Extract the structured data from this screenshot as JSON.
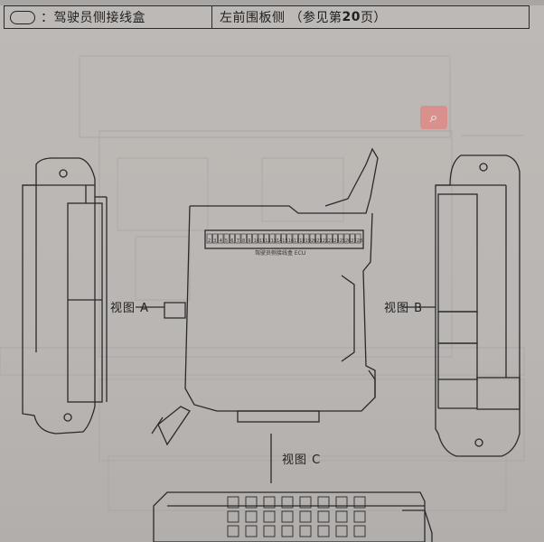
{
  "header": {
    "symbol_icon": "oval-symbol",
    "left_text": "：驾驶员侧接线盒",
    "right_text_prefix": "左前围板侧 （参见第 ",
    "right_page_number": "20",
    "right_text_suffix": " 页）"
  },
  "views": {
    "a_label": "视图 A",
    "b_label": "视图 B",
    "c_label": "视图 C"
  },
  "ecu_label": "驾驶员侧接线盒 ECU",
  "connector_pins": [
    "2",
    "3",
    "4",
    "5",
    "6",
    "7",
    "8",
    "9",
    "10",
    "11",
    "12",
    "13",
    "14",
    "15",
    "16",
    "17",
    "18",
    "19",
    "20",
    "21",
    "22",
    "23",
    "24",
    "25",
    "26",
    "27",
    "28"
  ],
  "colors": {
    "line": "#2a2a2a",
    "paper": "#bbb7b4",
    "magnifier": "#e08a86"
  },
  "icons": {
    "magnifier": "search-icon"
  }
}
